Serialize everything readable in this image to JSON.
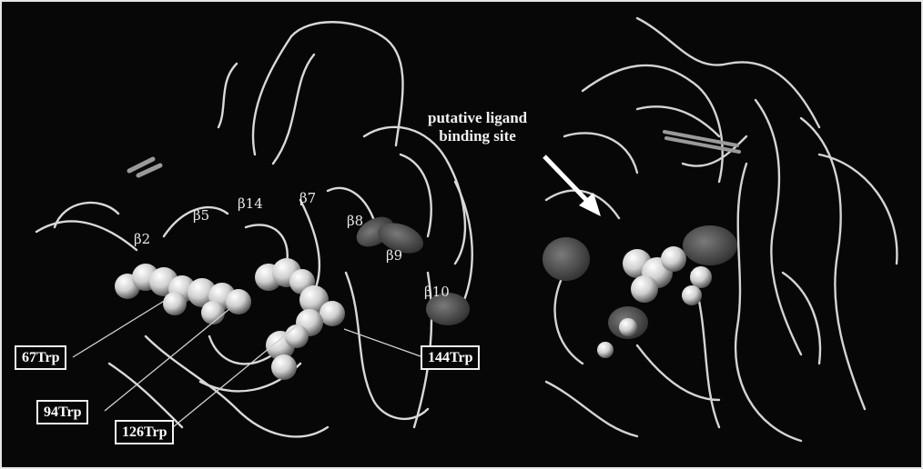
{
  "figure": {
    "strand_labels": [
      "β2",
      "β5",
      "β14",
      "β7",
      "β8",
      "β9",
      "β10"
    ],
    "residue_callouts": [
      "67Trp",
      "94Trp",
      "126Trp",
      "144Trp"
    ],
    "binding_site": {
      "line1": "putative ligand",
      "line2": "binding site"
    }
  }
}
